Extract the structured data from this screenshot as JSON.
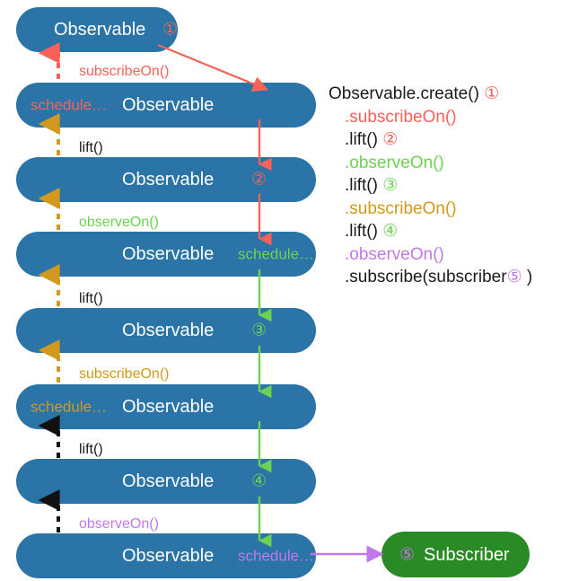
{
  "diagram": {
    "title": "RxJava Observable chain scheduling diagram",
    "colors": {
      "node_blue": "#2a74a8",
      "node_green": "#2a8a26",
      "red": "#fa6158",
      "green": "#6dd153",
      "gold": "#d19a1e",
      "purple": "#c278e8",
      "black": "#1a1a1a",
      "white": "#ffffff"
    },
    "nodes": [
      {
        "label": "Observable",
        "number": "①",
        "number_color": "#fa6158",
        "schedule": "",
        "schedule_color": "",
        "schedule_side": ""
      },
      {
        "label": "Observable",
        "number": "",
        "number_color": "",
        "schedule": "schedule…",
        "schedule_color": "#fa6158",
        "schedule_side": "left"
      },
      {
        "label": "Observable",
        "number": "②",
        "number_color": "#fa6158",
        "schedule": "",
        "schedule_color": "",
        "schedule_side": ""
      },
      {
        "label": "Observable",
        "number": "",
        "number_color": "",
        "schedule": "schedule…",
        "schedule_color": "#6dd153",
        "schedule_side": "right"
      },
      {
        "label": "Observable",
        "number": "③",
        "number_color": "#6dd153",
        "schedule": "",
        "schedule_color": "",
        "schedule_side": ""
      },
      {
        "label": "Observable",
        "number": "",
        "number_color": "",
        "schedule": "schedule…",
        "schedule_color": "#d19a1e",
        "schedule_side": "left"
      },
      {
        "label": "Observable",
        "number": "④",
        "number_color": "#6dd153",
        "schedule": "",
        "schedule_color": "",
        "schedule_side": ""
      },
      {
        "label": "Observable",
        "number": "",
        "number_color": "",
        "schedule": "schedule…",
        "schedule_color": "#c278e8",
        "schedule_side": "right"
      }
    ],
    "gap_labels": [
      {
        "text": "subscribeOn()",
        "color": "#fa6158"
      },
      {
        "text": "lift()",
        "color": "#1a1a1a"
      },
      {
        "text": "observeOn()",
        "color": "#6dd153"
      },
      {
        "text": "lift()",
        "color": "#1a1a1a"
      },
      {
        "text": "subscribeOn()",
        "color": "#d19a1e"
      },
      {
        "text": "lift()",
        "color": "#1a1a1a"
      },
      {
        "text": "observeOn()",
        "color": "#c278e8"
      }
    ],
    "subscriber": {
      "label": "Subscriber",
      "number": "⑤",
      "number_color": "#c278e8"
    }
  },
  "code": {
    "lines": [
      {
        "indent": 0,
        "parts": [
          {
            "text": "Observable.create() ",
            "color": "#1a1a1a"
          },
          {
            "text": "①",
            "color": "#fa6158"
          }
        ]
      },
      {
        "indent": 1,
        "parts": [
          {
            "text": ".subscribeOn()",
            "color": "#fa6158"
          }
        ]
      },
      {
        "indent": 1,
        "parts": [
          {
            "text": ".lift() ",
            "color": "#1a1a1a"
          },
          {
            "text": "②",
            "color": "#fa6158"
          }
        ]
      },
      {
        "indent": 1,
        "parts": [
          {
            "text": ".observeOn()",
            "color": "#6dd153"
          }
        ]
      },
      {
        "indent": 1,
        "parts": [
          {
            "text": ".lift() ",
            "color": "#1a1a1a"
          },
          {
            "text": "③",
            "color": "#6dd153"
          }
        ]
      },
      {
        "indent": 1,
        "parts": [
          {
            "text": ".subscribeOn()",
            "color": "#d19a1e"
          }
        ]
      },
      {
        "indent": 1,
        "parts": [
          {
            "text": ".lift() ",
            "color": "#1a1a1a"
          },
          {
            "text": "④",
            "color": "#6dd153"
          }
        ]
      },
      {
        "indent": 1,
        "parts": [
          {
            "text": ".observeOn()",
            "color": "#c278e8"
          }
        ]
      },
      {
        "indent": 1,
        "parts": [
          {
            "text": ".subscribe(subscriber",
            "color": "#1a1a1a"
          },
          {
            "text": "⑤",
            "color": "#c278e8"
          },
          {
            "text": " )",
            "color": "#1a1a1a"
          }
        ]
      }
    ]
  }
}
